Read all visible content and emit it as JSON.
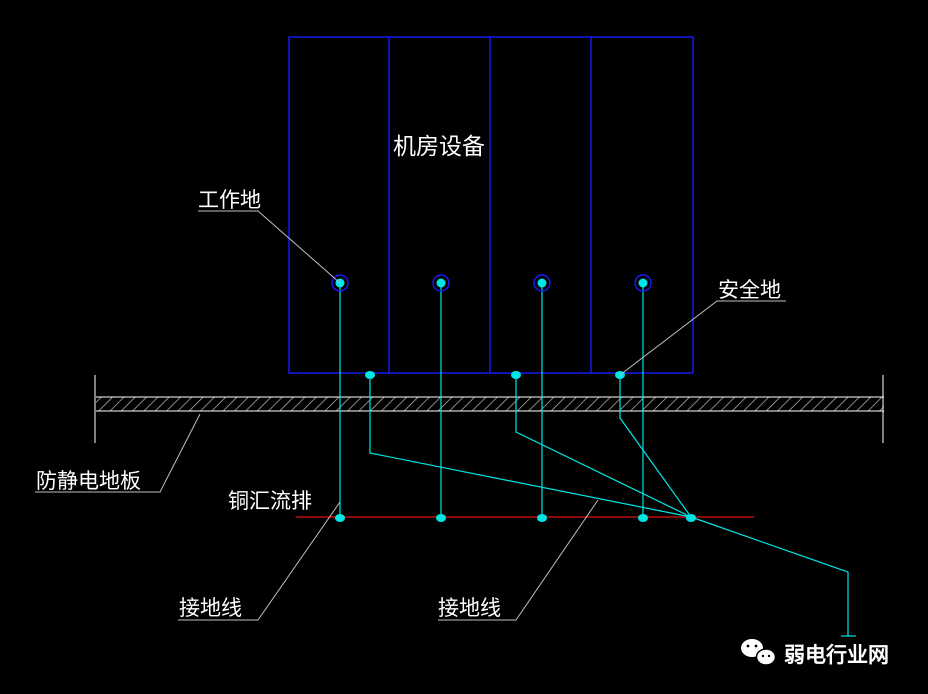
{
  "labels": {
    "equipment": "机房设备",
    "working_ground": "工作地",
    "safety_ground": "安全地",
    "antistatic_floor": "防静电地板",
    "copper_busbar": "铜汇流排",
    "ground_wire_1": "接地线",
    "ground_wire_2": "接地线"
  },
  "watermark": {
    "text": "弱电行业网",
    "icon": "wechat-icon"
  },
  "colors": {
    "background": "#000000",
    "cabinet": "#1a1aff",
    "ground_wire": "#00e5e5",
    "busbar": "#e01010",
    "leader": "#bfbfbf",
    "floor_line": "#ffffff",
    "text": "#ffffff"
  }
}
